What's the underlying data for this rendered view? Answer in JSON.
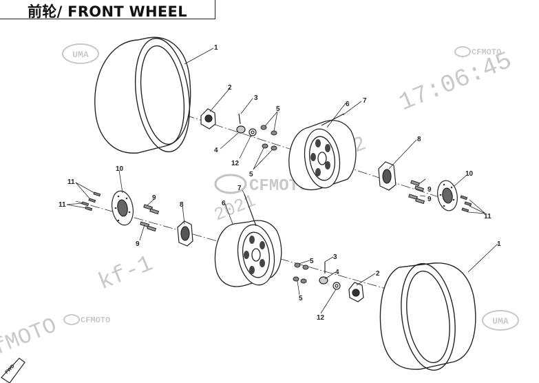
{
  "title": "前轮/ FRONT WHEEL",
  "watermark": {
    "brand": "CFMOTO",
    "uma": "UMA",
    "time": "17:06:45",
    "code_left": "kf-1",
    "code_year": "2021",
    "code_mid": "12",
    "code_side": "fMOTO"
  },
  "fwd": "FWD",
  "callouts": {
    "c1": "1",
    "c2": "2",
    "c3": "3",
    "c4": "4",
    "c5": "5",
    "c6": "6",
    "c7": "7",
    "c8": "8",
    "c9": "9",
    "c10": "10",
    "c11": "11",
    "c12": "12"
  }
}
